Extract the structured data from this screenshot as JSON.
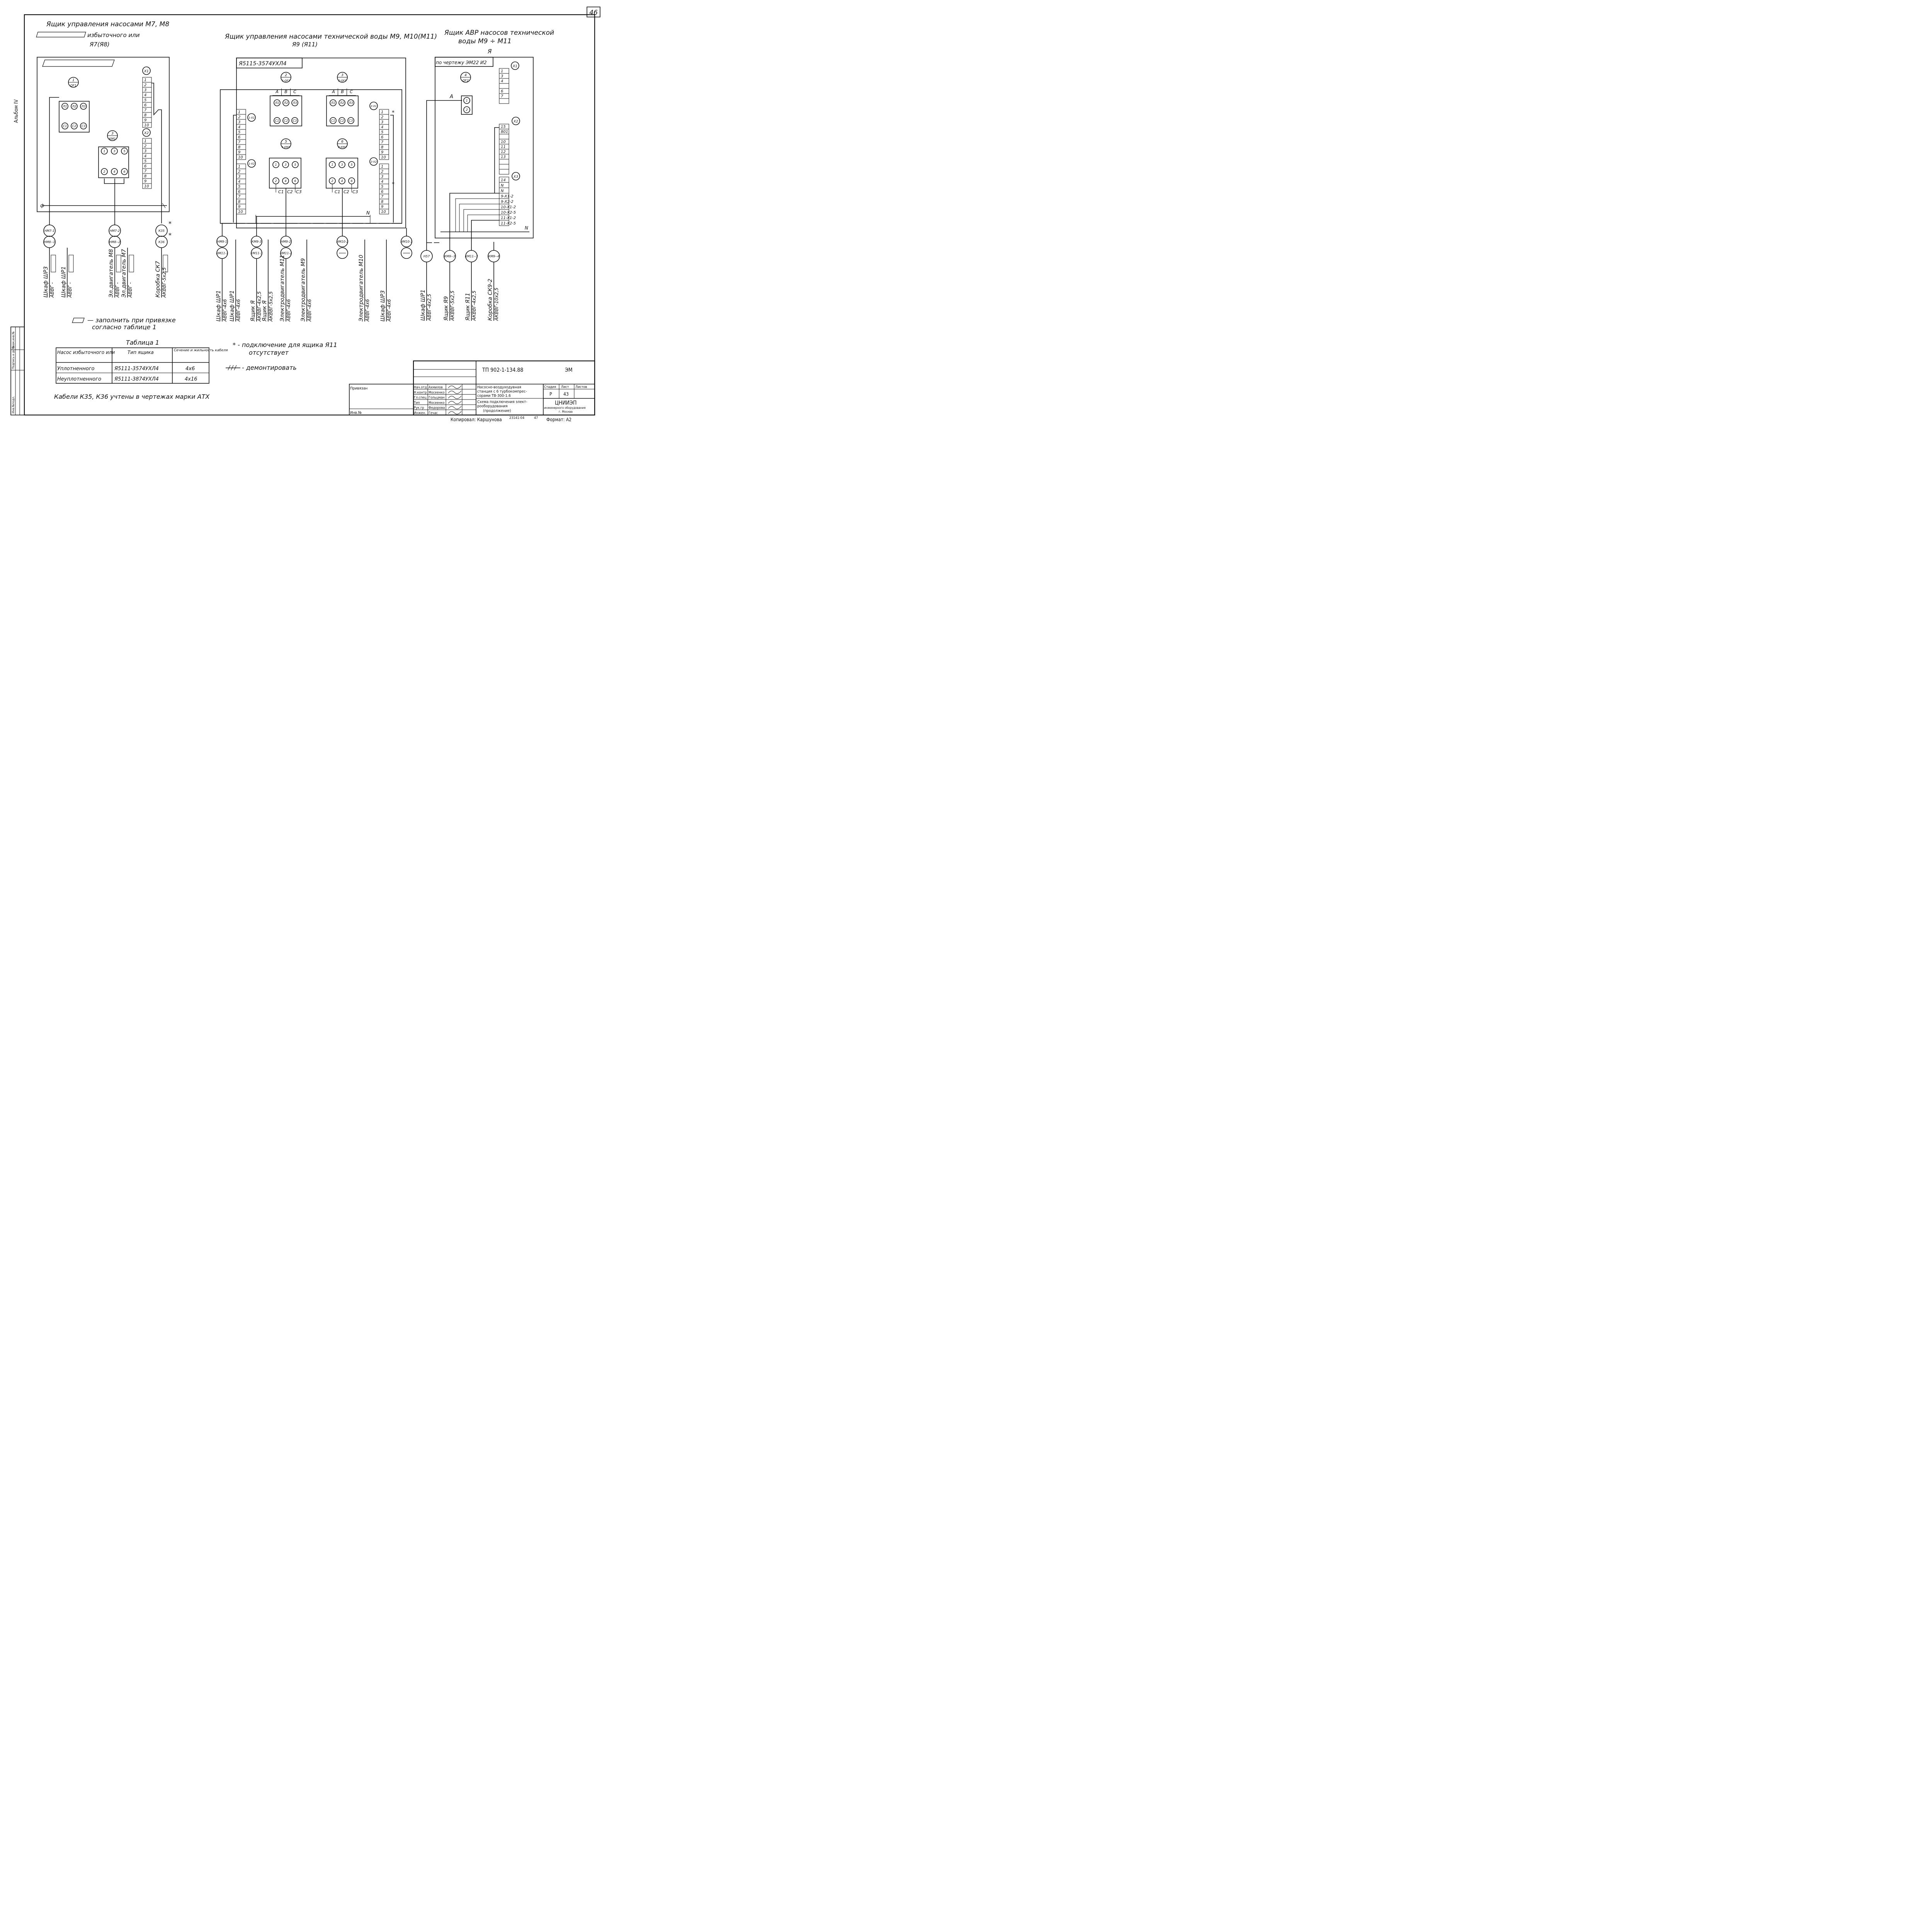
{
  "sheet": {
    "number": "46",
    "album": "Альбом IV",
    "format": "Формат: A2",
    "copied": "Копировал: Каршунова",
    "copy_code": "23141-04",
    "copy_num": "47"
  },
  "left_box": {
    "title": "Ящик управления насосами M7, M8",
    "subtitle1": "избыточного или",
    "subtitle2": "Я7(Я8)",
    "qf": {
      "num": "1",
      "tag": "QF1",
      "top": [
        "Л1",
        "Л2",
        "Л3"
      ],
      "bottom": [
        "С1",
        "С2",
        "С3"
      ]
    },
    "km": {
      "num": "3",
      "tag": "KM1",
      "top": [
        "1",
        "3",
        "5"
      ],
      "bottom": [
        "2",
        "4",
        "6"
      ]
    },
    "x1": {
      "tag": "X1",
      "terms": [
        "1",
        "2",
        "3",
        "4",
        "5",
        "6",
        "7",
        "8",
        "9",
        "10"
      ]
    },
    "x2": {
      "tag": "X2",
      "terms": [
        "1",
        "2",
        "3",
        "4",
        "5",
        "6",
        "7",
        "8",
        "9",
        "10"
      ]
    },
    "bus_label": "ф",
    "cable_markers": [
      {
        "top": "НМ7-1",
        "bottom": "НМ8--1"
      },
      {
        "top": "НМ7-2",
        "bottom": "НМ8--2"
      },
      {
        "top": "К35",
        "bottom": "К36",
        "star": "*"
      }
    ],
    "cables": [
      {
        "dest": "Шкаф ШР3",
        "type": "АВВГ -"
      },
      {
        "dest": "Шкаф ШР1",
        "type": "АВВГ -"
      },
      {
        "dest": "Эл.двигатель M8",
        "type": "АВВГ -"
      },
      {
        "dest": "Эл.двигатель M7",
        "type": "АВВГ -"
      },
      {
        "dest": "Коробка СК7",
        "type": "АКВВГ-5x2,5"
      }
    ]
  },
  "middle_box": {
    "title": "Ящик управления насосами технической воды M9, M10(M11)",
    "subtitle": "Я9 (Я11)",
    "type_label": "Я5115-3574УХЛ4",
    "qf1": {
      "num": "2",
      "tag": "1-QF1",
      "phases": [
        "А",
        "В",
        "С"
      ],
      "top": [
        "Л1",
        "Л2",
        "Л3"
      ],
      "bottom": [
        "С1",
        "С2",
        "С3"
      ]
    },
    "qf2": {
      "num": "3",
      "tag": "2-QF1",
      "phases": [
        "А",
        "В",
        "С"
      ],
      "top": [
        "Л1",
        "Л2",
        "Л3"
      ],
      "bottom": [
        "С1",
        "С2",
        "С3"
      ]
    },
    "km1": {
      "num": "5",
      "tag": "1-KM1",
      "top": [
        "1",
        "3",
        "5"
      ],
      "bottom": [
        "2",
        "4",
        "6"
      ],
      "out": [
        "С1",
        "С2",
        "С3"
      ]
    },
    "km2": {
      "num": "6",
      "tag": "2-KM1",
      "top": [
        "1",
        "3",
        "5"
      ],
      "bottom": [
        "2",
        "4",
        "6"
      ],
      "out": [
        "С1",
        "С2",
        "С3"
      ]
    },
    "x_left1": {
      "tag": "1-X1",
      "terms": [
        "1",
        "2",
        "3",
        "4",
        "5",
        "6",
        "7",
        "8",
        "9",
        "10"
      ]
    },
    "x_left2": {
      "tag": "1-X2",
      "terms": [
        "1",
        "2",
        "3",
        "4",
        "5",
        "6",
        "7",
        "8",
        "9",
        "10"
      ]
    },
    "x_right1": {
      "tag": "2-X1",
      "terms": [
        "1",
        "2",
        "3",
        "4",
        "5",
        "6",
        "7",
        "8",
        "9",
        "10"
      ]
    },
    "x_right2": {
      "tag": "2-X2",
      "terms": [
        "1",
        "2",
        "3",
        "4",
        "5",
        "6",
        "7",
        "8",
        "9",
        "10"
      ]
    },
    "n_label": "N",
    "star": "*",
    "cable_markers": [
      {
        "top": "НМ9-1",
        "bottom": "НМ11-1"
      },
      {
        "top": "КМ9-3",
        "bottom": "КМ11-3"
      },
      {
        "top": "НМ9-2",
        "bottom": "НМ11-2"
      },
      {
        "top": "НМ10-2",
        "bottom": ""
      },
      {
        "top": "НМ10-1",
        "bottom": ""
      }
    ],
    "cables": [
      {
        "dest": "Шкаф ШР1",
        "type": "АВВГ-4x6"
      },
      {
        "dest": "Шкаф ШР1",
        "type": "АВВГ-4x6"
      },
      {
        "dest": "Ящик Я",
        "type": "АКВВГ-4x2,5"
      },
      {
        "dest": "Ящик Я",
        "type": "АКВВГ-5x2,5"
      },
      {
        "dest": "Электродвигатель M11",
        "type": "АВВГ-4x6"
      },
      {
        "dest": "Электродвигатель M9",
        "type": "АВВГ-4x6"
      },
      {
        "dest": "Электродвигатель M10",
        "type": "АВВГ-4x6"
      },
      {
        "dest": "Шкаф ШР3",
        "type": "АВВГ-4x6"
      }
    ]
  },
  "right_box": {
    "title1": "Ящик АВР насосов технической",
    "title2": "воды M9 ÷ M11",
    "title3": "Я",
    "ref": "по чертежу ЭМ22 И2",
    "qf": {
      "num": "4",
      "tag": "QF2",
      "phase": "А",
      "terms": [
        "1",
        "2"
      ]
    },
    "x1": {
      "tag": "X1",
      "terms": [
        "1",
        "3",
        "4",
        "",
        "6",
        "7",
        ""
      ]
    },
    "x2": {
      "tag": "X2",
      "terms": [
        "15",
        "801",
        "",
        "10",
        "11",
        "12",
        "13",
        "",
        "",
        ""
      ]
    },
    "x3": {
      "tag": "X3",
      "terms": [
        "14",
        "N",
        "N",
        "9-X1-2",
        "9-X2-2",
        "10-X1-2",
        "10-X2-5",
        "11-X1-2",
        "11-X2-5"
      ]
    },
    "n_label": "N",
    "cable_markers": [
      {
        "top": "Н57",
        "bottom": ""
      },
      {
        "top": "КМ9--3",
        "bottom": ""
      },
      {
        "top": "КМ11--3",
        "bottom": ""
      },
      {
        "top": "КМ9--4",
        "bottom": ""
      }
    ],
    "cables": [
      {
        "dest": "Шкаф ШР1",
        "type": "АВВГ-4x2,5"
      },
      {
        "dest": "Ящик Я9",
        "type": "АКВВГ-5x2,5"
      },
      {
        "dest": "Ящик Я11",
        "type": "АКВВГ-4x2,5"
      },
      {
        "dest": "Коробка СК9-2",
        "type": "АКВВГ-10x2,5"
      }
    ]
  },
  "notes": {
    "fill_note1": "— заполнить при привязке",
    "fill_note2": "согласно таблице 1",
    "star_note1": "* - подключение для ящика Я11",
    "star_note2": "отсутствует",
    "dismantle_note": "- демонтировать",
    "cables_note": "Кабели К35, К36 учтены в чертежах марки АТХ"
  },
  "table1": {
    "title": "Таблица 1",
    "headers": [
      "Насос избыточного или",
      "Тип ящика",
      "Сечение и жильность кабеля"
    ],
    "rows": [
      [
        "Уплотненного",
        "Я5111-3574УХЛ4",
        "4x6"
      ],
      [
        "Неуплотненного",
        "Я5111-3874УХЛ4",
        "4x16"
      ]
    ]
  },
  "stamp": {
    "code": "ТП 902-1-134.88",
    "mark": "ЭМ",
    "privyazan": "Привязан",
    "inv": "Инв.№",
    "roles": [
      "Нач.отд",
      "Н.контр",
      "Гл.спец",
      "Тип",
      "Рук.гр",
      "Инжен."
    ],
    "names": [
      "Ахмилов",
      "Мосеенко",
      "Гольцман",
      "Мосеенко",
      "Федорова",
      "Гечас"
    ],
    "project1": "Насосно-воздуходувная",
    "project2": "станция с 6 турбокомпрес-",
    "project3": "сорами ТВ-300-1.6",
    "doc1": "Схема подключения элект-",
    "doc2": "рооборудования",
    "doc3": "(продолжение)",
    "stage_h": "Стадия",
    "sheet_h": "Лист",
    "sheets_h": "Листов",
    "stage": "Р",
    "sheet_no": "43",
    "org1": "ЦНИИЭП",
    "org2": "инженерного оборудования",
    "org3": "г. Москва"
  },
  "left_margin": {
    "col1": "Инв.№подл.",
    "col2": "Подпись и дата",
    "col3": "Взам.инв.№"
  }
}
